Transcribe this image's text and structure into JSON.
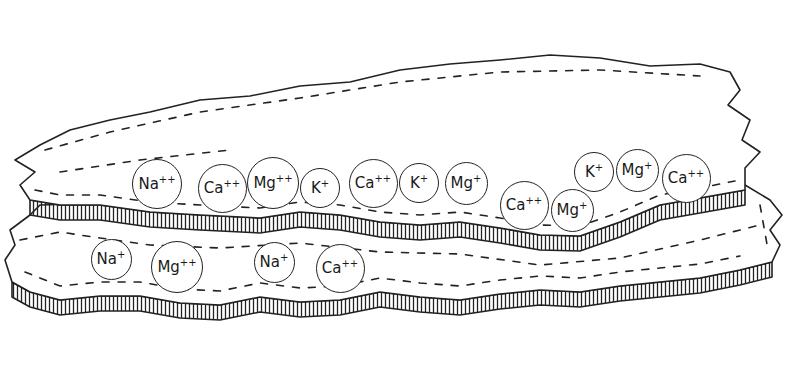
{
  "diagram": {
    "nodes": [
      {
        "text": [
          "Na++"
        ]
      },
      {
        "text": [
          "Ca++"
        ]
      },
      {
        "text": [
          "Mg++"
        ]
      },
      {
        "text": [
          "K+"
        ]
      },
      {
        "text": [
          "Ca++"
        ]
      },
      {
        "text": [
          "K+"
        ]
      },
      {
        "text": [
          "Mg+"
        ]
      },
      {
        "text": [
          "Ca++"
        ]
      },
      {
        "text": [
          "Mg+"
        ]
      },
      {
        "text": [
          "K+"
        ]
      },
      {
        "text": [
          "Mg+"
        ]
      },
      {
        "text": [
          "Ca++"
        ]
      },
      {
        "text": [
          "Na+"
        ]
      },
      {
        "text": [
          "Mg++"
        ]
      },
      {
        "text": [
          "Na+"
        ]
      },
      {
        "text": [
          "Ca++"
        ]
      }
    ]
  }
}
